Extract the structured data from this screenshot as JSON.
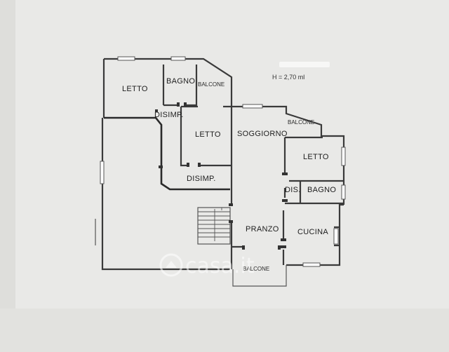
{
  "height_note": "H = 2,70 ml",
  "rooms": {
    "letto_1": "LETTO",
    "bagno_1": "BAGNO",
    "balcone_1": "BALCONE",
    "disimp_1": "DISIMP.",
    "letto_2": "LETTO",
    "disimp_2": "DISIMP.",
    "soggiorno": "SOGGIORNO",
    "balcone_2": "BALCONE",
    "letto_3": "LETTO",
    "dis": "DIS.",
    "bagno_2": "BAGNO",
    "pranzo": "PRANZO",
    "cucina": "CUCINA",
    "balcone_3": "BALCONE"
  },
  "watermark": "casa.it"
}
